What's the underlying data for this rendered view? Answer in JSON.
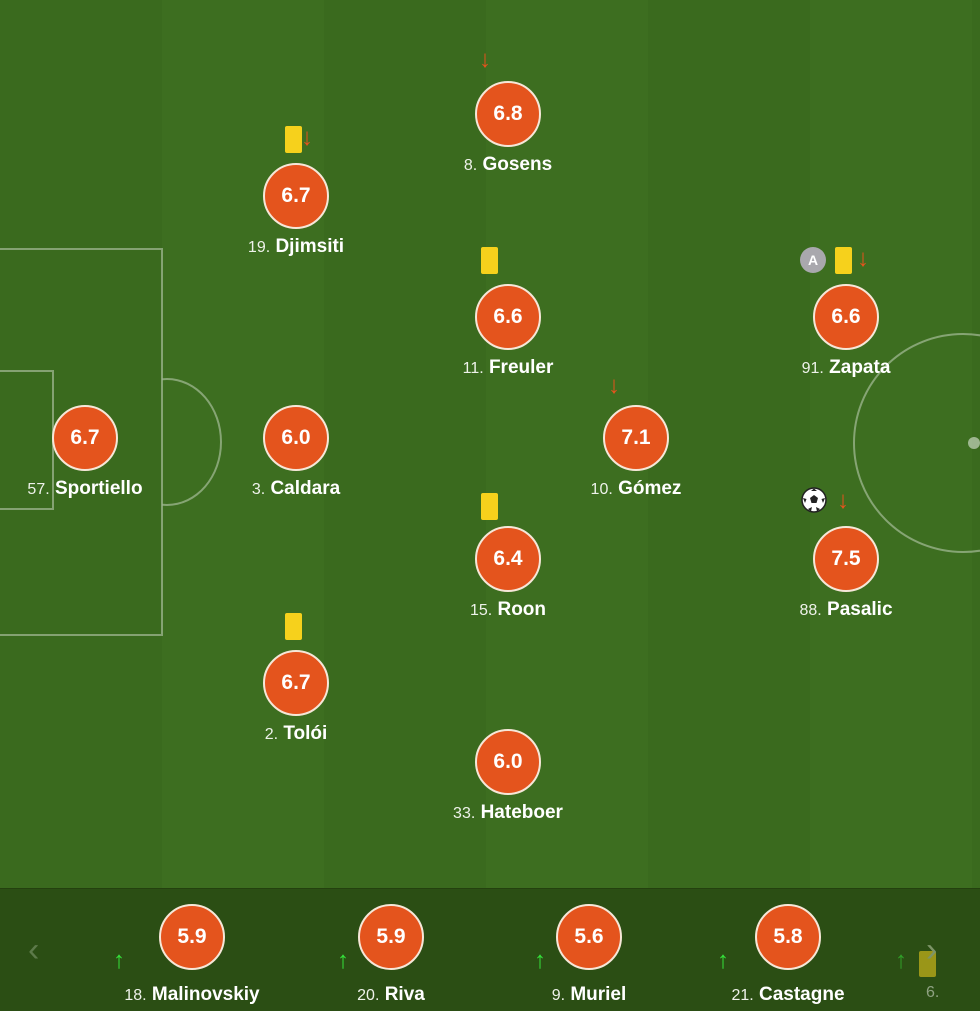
{
  "lineup": {
    "players": [
      {
        "id": "sportiello",
        "number": "57.",
        "name": "Sportiello",
        "rating": "6.7"
      },
      {
        "id": "djimsiti",
        "number": "19.",
        "name": "Djimsiti",
        "rating": "6.7"
      },
      {
        "id": "caldara",
        "number": "3.",
        "name": "Caldara",
        "rating": "6.0"
      },
      {
        "id": "toloi",
        "number": "2.",
        "name": "Tolói",
        "rating": "6.7"
      },
      {
        "id": "gosens",
        "number": "8.",
        "name": "Gosens",
        "rating": "6.8"
      },
      {
        "id": "freuler",
        "number": "11.",
        "name": "Freuler",
        "rating": "6.6"
      },
      {
        "id": "roon",
        "number": "15.",
        "name": "Roon",
        "rating": "6.4"
      },
      {
        "id": "hateboer",
        "number": "33.",
        "name": "Hateboer",
        "rating": "6.0"
      },
      {
        "id": "gomez",
        "number": "10.",
        "name": "Gómez",
        "rating": "7.1"
      },
      {
        "id": "zapata",
        "number": "91.",
        "name": "Zapata",
        "rating": "6.6"
      },
      {
        "id": "pasalic",
        "number": "88.",
        "name": "Pasalic",
        "rating": "7.5"
      }
    ],
    "captain_label": "A"
  },
  "bench": {
    "players": [
      {
        "id": "malinovskiy",
        "number": "18.",
        "name": "Malinovskiy",
        "rating": "5.9"
      },
      {
        "id": "riva",
        "number": "20.",
        "name": "Riva",
        "rating": "5.9"
      },
      {
        "id": "muriel",
        "number": "9.",
        "name": "Muriel",
        "rating": "5.6"
      },
      {
        "id": "castagne",
        "number": "21.",
        "name": "Castagne",
        "rating": "5.8"
      }
    ],
    "partial_player_number": "6."
  },
  "icons": {
    "sub_out": "red-down-arrow",
    "sub_in": "green-up-arrow",
    "yellow_card": "yellow-card",
    "goal": "soccer-ball",
    "nav_prev": "chevron-left",
    "nav_next": "chevron-right"
  },
  "colors": {
    "rating_badge": "#e4541d",
    "yellow_card": "#f6d11c",
    "sub_in_arrow": "#35e03a",
    "sub_out_arrow": "#e4541d",
    "captain_badge": "#a9a8ad"
  }
}
